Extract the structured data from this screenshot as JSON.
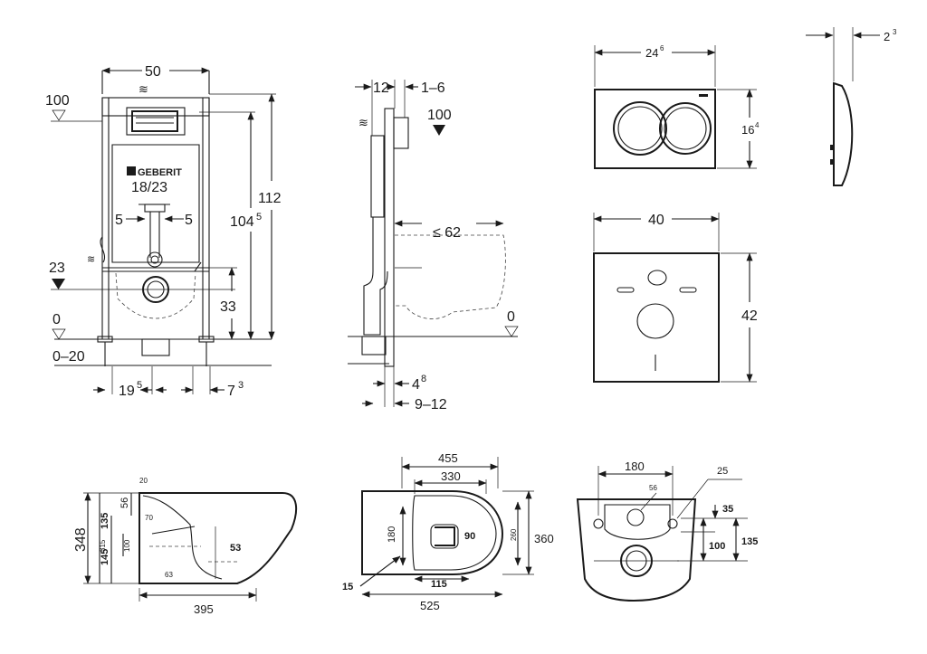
{
  "drawing": {
    "front_view": {
      "width": "50",
      "level_top": "100",
      "logo": "GEBERIT",
      "flush_pipe": "18/23",
      "offset_left": "5",
      "offset_right": "5",
      "height_total": "112",
      "height_frame": "104",
      "height_frame_sup": "5",
      "level_outlet": "23",
      "outlet_height": "33",
      "level_floor": "0",
      "floor_range": "0–20",
      "foot_offset": "19",
      "foot_offset_sup": "5",
      "foot_width": "7",
      "foot_width_sup": "3"
    },
    "side_view": {
      "depth_top": "12",
      "gap_top": "1–6",
      "level_top": "100",
      "bowl_projection": "≤ 62",
      "level_floor": "0",
      "wall_gap": "4",
      "wall_gap_sup": "8",
      "wall_range": "9–12"
    },
    "flush_plate": {
      "width": "24",
      "width_sup": "6",
      "height": "16",
      "height_sup": "4",
      "thickness": "2",
      "thickness_sup": "3"
    },
    "insulation_mat": {
      "width": "40",
      "height": "42"
    },
    "bowl_side": {
      "height_total": "348",
      "dim_56": "56",
      "dim_135": "135",
      "dim_145": "145",
      "dim_315": "315",
      "dim_100": "100",
      "dim_20": "20",
      "dim_70": "70",
      "dim_53": "53",
      "dim_63": "63",
      "length": "395"
    },
    "bowl_top": {
      "dim_455": "455",
      "dim_330": "330",
      "dim_180": "180",
      "dim_90": "90",
      "dim_260": "260",
      "dim_360": "360",
      "dim_15": "15",
      "dim_115": "115",
      "length": "525"
    },
    "bowl_back": {
      "dim_180": "180",
      "dim_25": "25",
      "dim_56": "56",
      "dim_35": "35",
      "dim_100": "100",
      "dim_135": "135"
    }
  }
}
